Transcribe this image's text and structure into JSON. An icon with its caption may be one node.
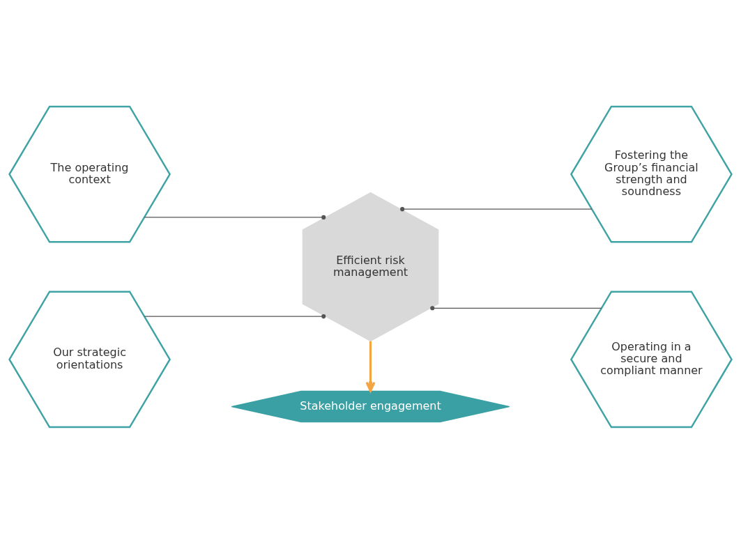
{
  "diagram": {
    "nodes": [
      {
        "text": [
          "The operating context"
        ]
      },
      {
        "text": [
          "Our strategic orientations"
        ]
      },
      {
        "text": [
          "Efficient risk management"
        ]
      },
      {
        "text": [
          "Fostering the Group’s financial strength and soundness"
        ]
      },
      {
        "text": [
          "Operating in a secure and compliant manner"
        ]
      },
      {
        "text": [
          "Stakeholder engagement"
        ]
      }
    ],
    "edges": [
      {
        "from": 0,
        "to": 2,
        "arrow": "other"
      },
      {
        "from": 1,
        "to": 2,
        "arrow": "other"
      },
      {
        "from": 3,
        "to": 2,
        "arrow": "other"
      },
      {
        "from": 4,
        "to": 2,
        "arrow": "other"
      },
      {
        "from": 2,
        "to": 5,
        "arrow": "to",
        "style": "thick",
        "color": "#f5a540"
      }
    ]
  }
}
